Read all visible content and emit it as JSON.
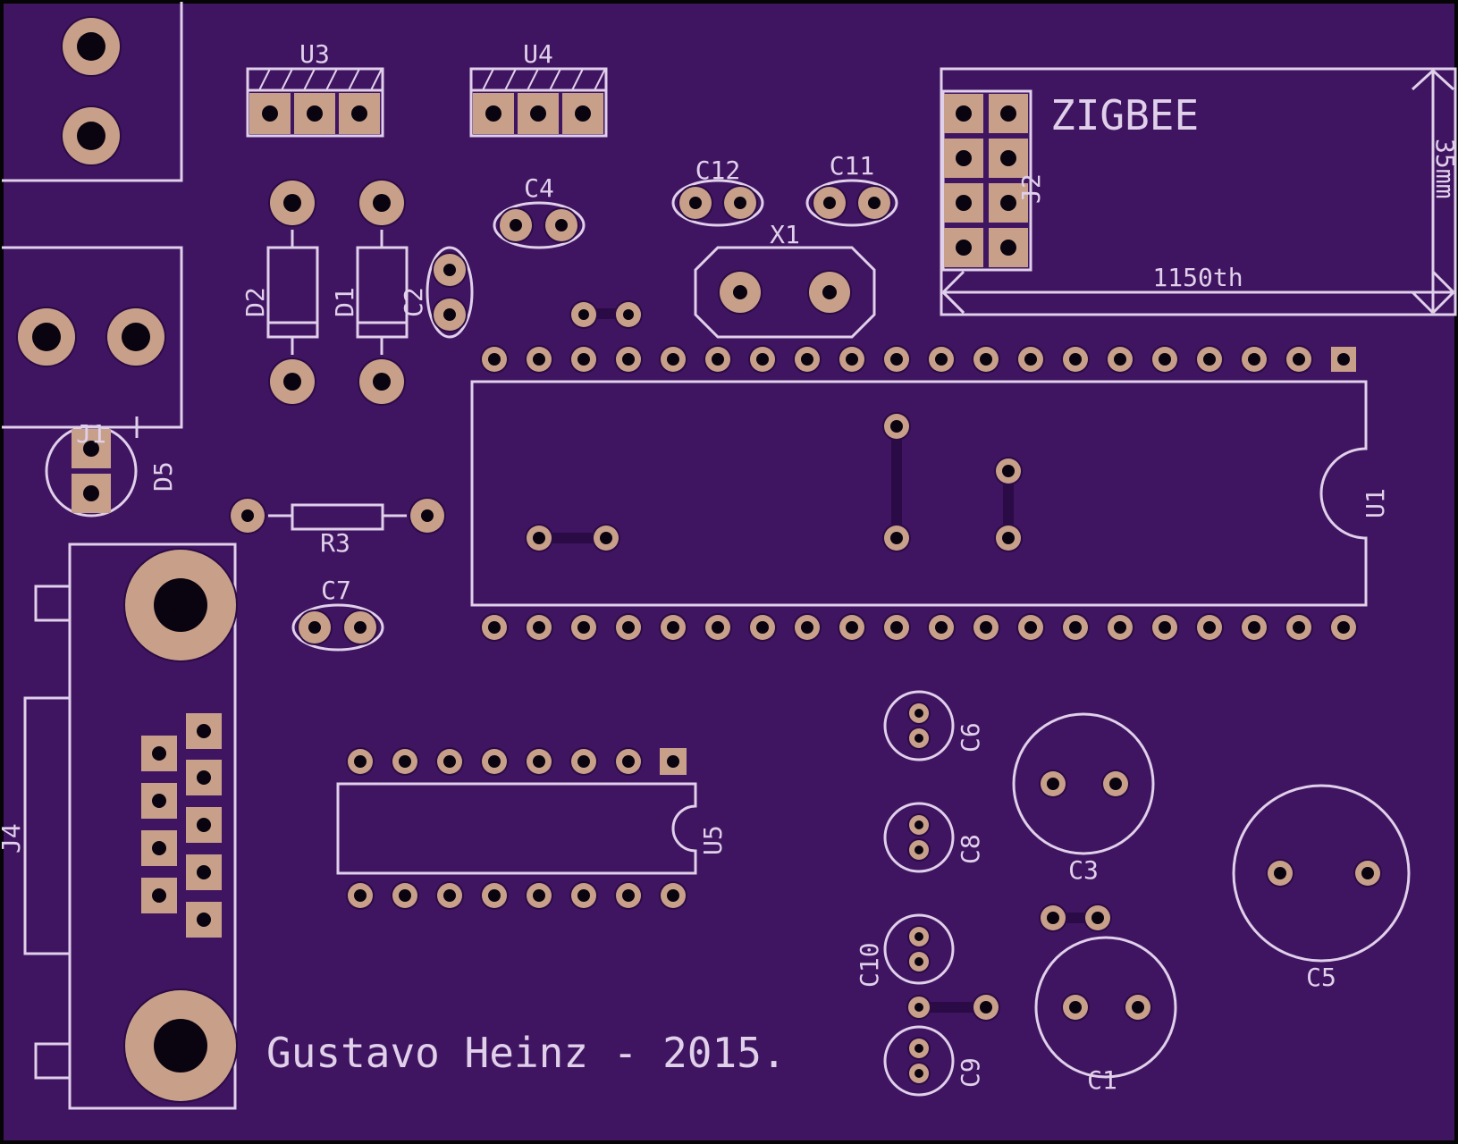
{
  "colors": {
    "board": "#3f1461",
    "border": "#050505",
    "silk": "#e0d0ea",
    "copper": "#c8a08a",
    "hole": "#0a0410",
    "trace": "#2b0b45"
  },
  "labels": {
    "u3": "U3",
    "u4": "U4",
    "c4": "C4",
    "c12": "C12",
    "c11": "C11",
    "x1": "X1",
    "zigbee": "ZIGBEE",
    "j2": "J2",
    "side_text": "35mm",
    "width_text": "1150th",
    "d2": "D2",
    "d1": "D1",
    "c2": "C2",
    "j1": "J1",
    "d5": "D5",
    "r3": "R3",
    "c7": "C7",
    "u1": "U1",
    "j4": "J4",
    "u5": "U5",
    "c6": "C6",
    "c8": "C8",
    "c10": "C10",
    "c9": "C9",
    "c3": "C3",
    "c1": "C1",
    "c5": "C5",
    "author": "Gustavo Heinz - 2015."
  }
}
